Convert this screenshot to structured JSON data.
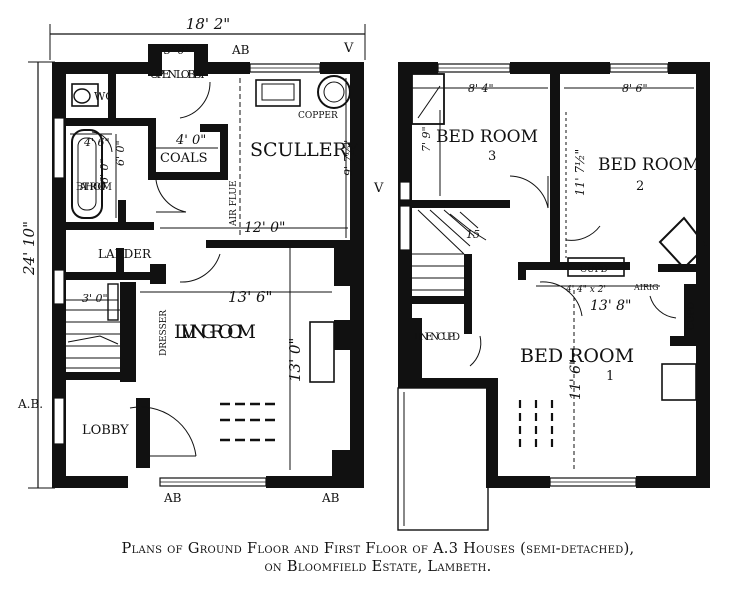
{
  "ground_floor": {
    "overall_width": "18' 2\"",
    "overall_depth": "24' 10\"",
    "section_marks": [
      "AB",
      "AB",
      "AB",
      "A.B."
    ],
    "vent_mark": "V",
    "rooms": {
      "open_lobby": "OPEN LOBBY",
      "wc": "WC",
      "coals": "COALS",
      "scullery": "SCULLERY",
      "bath_room": "BATH ROOM",
      "larder": "LARDER",
      "living_room": "LIVING ROOM",
      "lobby": "LOBBY",
      "dresser": "DRESSER",
      "copper": "COPPER",
      "air_flue": "AIR FLUE"
    },
    "dims": {
      "lobby_width": "3' 0\"",
      "coals_width": "4' 0\"",
      "coals_depth": "6' 0\"",
      "bath_width": "4' 6\"",
      "bath_depth": "6' 0\"",
      "scullery_width": "12' 0\"",
      "scullery_depth": "9' 7½\"",
      "living_width": "13' 6\"",
      "living_depth": "13' 0\"",
      "larder_width": "3' 0\""
    }
  },
  "first_floor": {
    "vent_mark": "V",
    "rooms": {
      "bed3": "BED ROOM",
      "bed3_num": "3",
      "bed2": "BED ROOM",
      "bed2_num": "2",
      "bed1": "BED ROOM",
      "bed1_num": "1",
      "linen": "LINEN CUPD",
      "cupd_a": "CUPD",
      "cupd_b": "CUPD",
      "airing": "AIRIG"
    },
    "dims": {
      "bed3_width": "8' 4\"",
      "bed3_depth": "7' 9\"",
      "bed2_width": "8' 6\"",
      "bed2_depth": "11' 7½\"",
      "bed1_width": "13' 8\"",
      "bed1_depth": "11' 6\"",
      "stair_rise": "15",
      "landing": "4' 4\" x 2'"
    }
  },
  "caption": {
    "line1": "Plans of Ground Floor and First Floor of A.3 Houses (semi-detached),",
    "line2": "on Bloomfield Estate, Lambeth."
  }
}
